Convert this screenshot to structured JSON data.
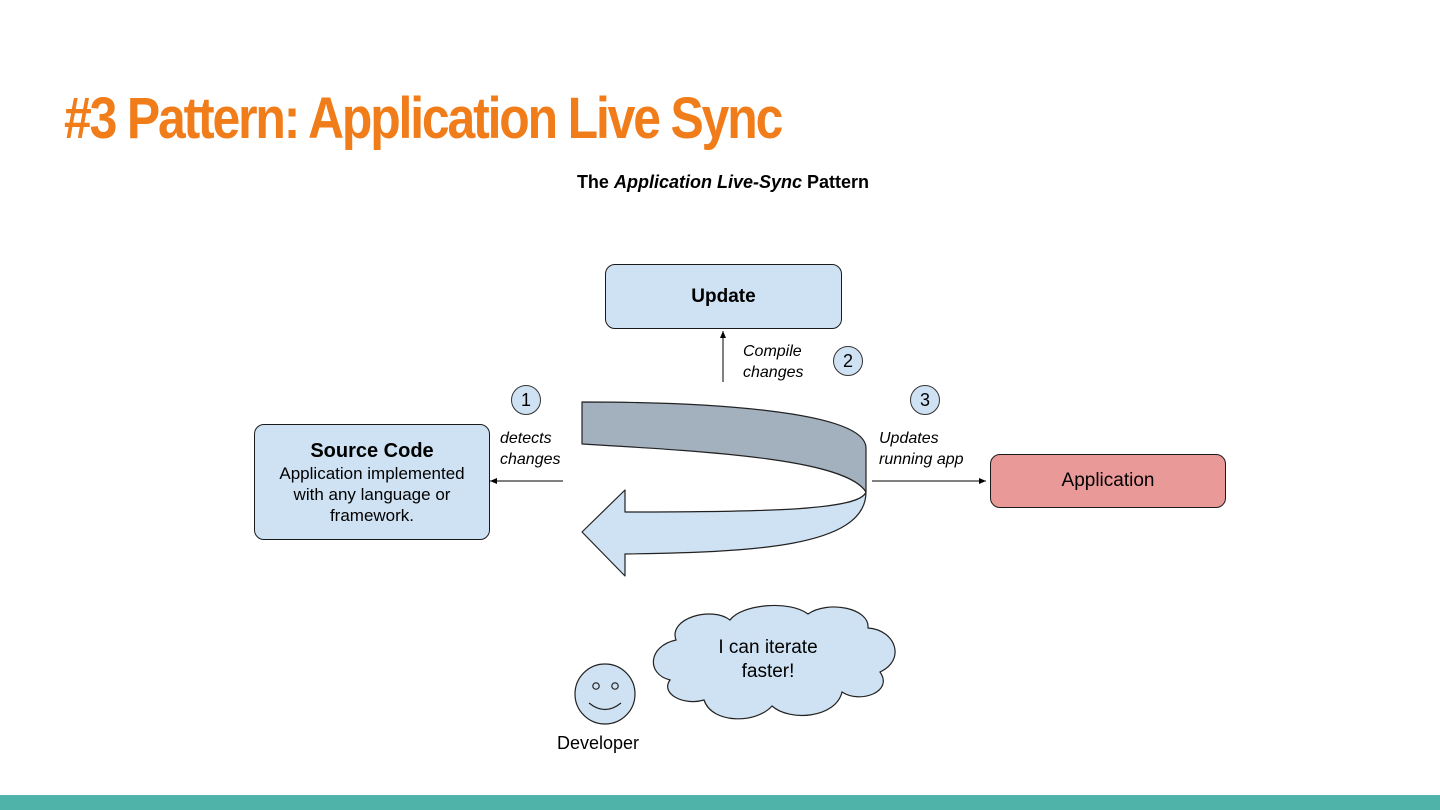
{
  "slide": {
    "title": "#3 Pattern: Application Live Sync",
    "accent_color": "#f07c1a",
    "footer_color": "#4fb3a9"
  },
  "diagram": {
    "title_prefix": "The",
    "title_emphasis": "Application Live-Sync",
    "title_suffix": "Pattern",
    "update_box": {
      "label": "Update",
      "color": "#cfe2f3"
    },
    "source_box": {
      "heading": "Source Code",
      "body_line1": "Application implemented",
      "body_line2": "with any language or",
      "body_line3": "framework.",
      "color": "#cfe2f3"
    },
    "application_box": {
      "label": "Application",
      "color": "#ea9999"
    },
    "steps": [
      {
        "number": "1",
        "line1": "detects",
        "line2": "changes"
      },
      {
        "number": "2",
        "line1": "Compile",
        "line2": "changes"
      },
      {
        "number": "3",
        "line1": "Updates",
        "line2": "running app"
      }
    ],
    "cloud_text_line1": "I can iterate",
    "cloud_text_line2": "faster!",
    "developer_label": "Developer"
  }
}
